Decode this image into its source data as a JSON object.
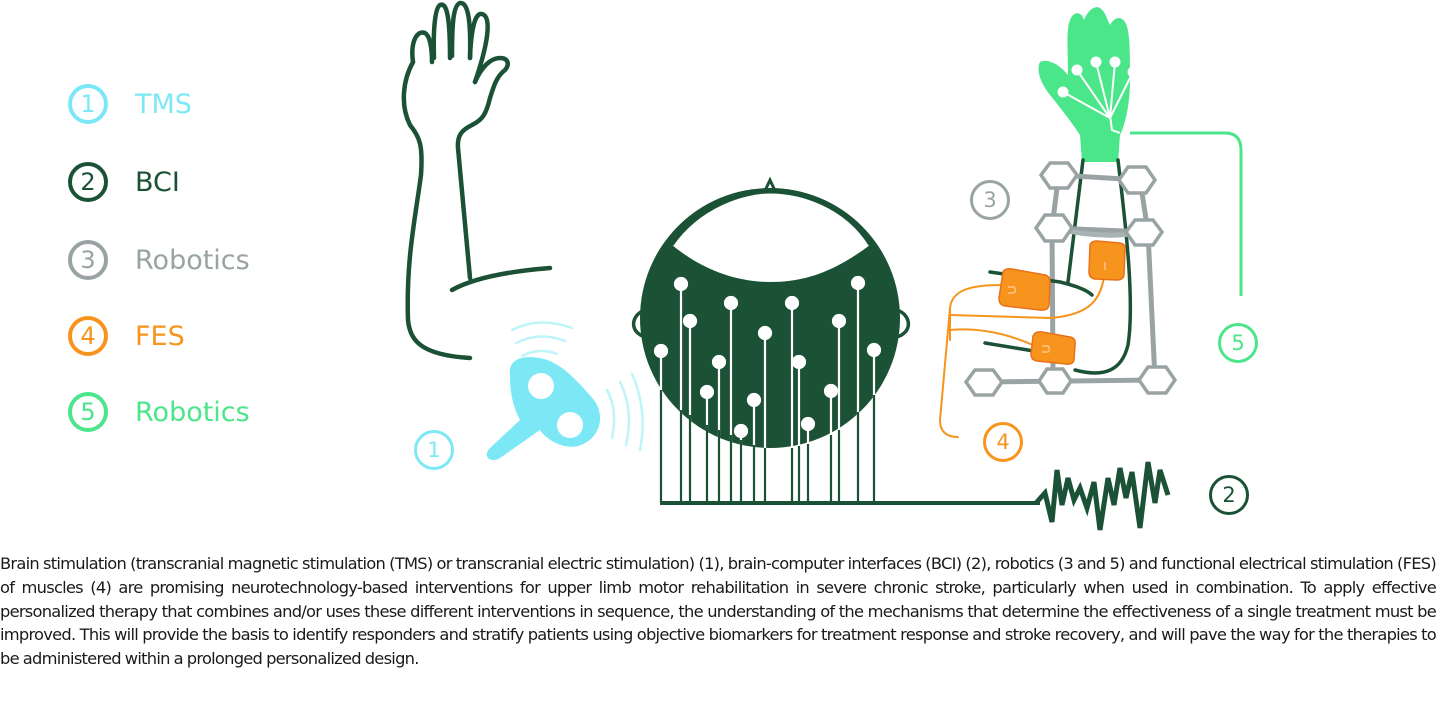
{
  "colors": {
    "tms": "#7de8f5",
    "bci": "#1b5236",
    "robotics_gray": "#9aa3a3",
    "fes": "#f7941d",
    "robotics_green": "#4be58a"
  },
  "legend": {
    "items": [
      {
        "number": "1",
        "label": "TMS",
        "color": "#7de8f5"
      },
      {
        "number": "2",
        "label": "BCI",
        "color": "#1b5236"
      },
      {
        "number": "3",
        "label": "Robotics",
        "color": "#9aa3a3"
      },
      {
        "number": "4",
        "label": "FES",
        "color": "#f7941d"
      },
      {
        "number": "5",
        "label": "Robotics",
        "color": "#4be58a"
      }
    ]
  },
  "markers": {
    "tms": "1",
    "bci": "2",
    "robotics_exo": "3",
    "fes": "4",
    "robotics_glove": "5"
  },
  "icons": {
    "healthy_arm": "raised-arm-outline-icon",
    "head": "eeg-cap-head-icon",
    "tms_coil": "tms-coil-icon",
    "exoskeleton": "exoskeleton-arm-icon",
    "glove": "robotic-glove-hand-icon",
    "signal": "eeg-signal-waveform-icon"
  },
  "caption": {
    "text": "Brain stimulation (transcranial magnetic stimulation (TMS) or transcranial electric stimulation) (1), brain-computer interfaces (BCI) (2), robotics (3 and 5) and functional electrical stimulation (FES) of muscles (4) are promising neurotechnology-based interventions for upper limb motor rehabilitation in severe chronic stroke, particularly when used in combination. To apply effective personalized therapy that combines and/or uses these different interventions in sequence, the understanding of the mechanisms that determine the effectiveness of a single treatment must be improved. This will provide the basis to identify responders and stratify patients using objective biomarkers for treatment response and stroke recovery, and will pave the way for the therapies to be administered within a prolonged personalized design."
  }
}
